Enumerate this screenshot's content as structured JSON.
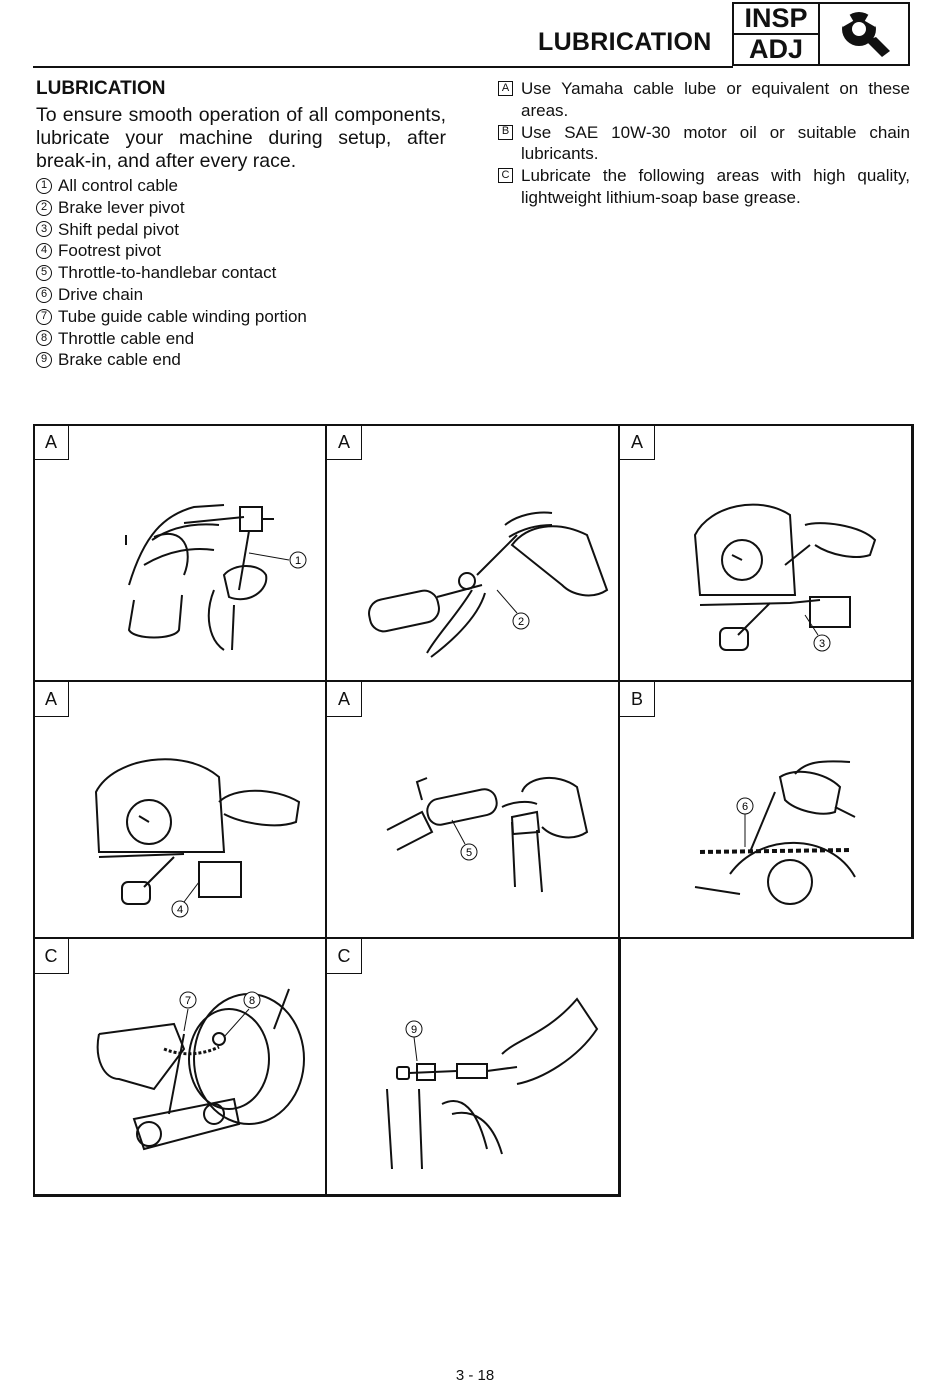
{
  "header": {
    "title": "LUBRICATION",
    "badge_top": "INSP",
    "badge_bottom": "ADJ",
    "badge_icon": "wrench-icon"
  },
  "left": {
    "heading": "LUBRICATION",
    "intro": "To ensure smooth operation of all components, lubricate your machine during setup, after break-in, and after every race.",
    "items": [
      {
        "num": "1",
        "text": "All control cable"
      },
      {
        "num": "2",
        "text": "Brake lever pivot"
      },
      {
        "num": "3",
        "text": "Shift pedal pivot"
      },
      {
        "num": "4",
        "text": "Footrest pivot"
      },
      {
        "num": "5",
        "text": "Throttle-to-handlebar contact"
      },
      {
        "num": "6",
        "text": "Drive chain"
      },
      {
        "num": "7",
        "text": "Tube guide cable winding portion"
      },
      {
        "num": "8",
        "text": "Throttle cable end"
      },
      {
        "num": "9",
        "text": "Brake cable end"
      }
    ]
  },
  "right": {
    "notes": [
      {
        "key": "A",
        "text": "Use Yamaha cable lube or equivalent on these areas."
      },
      {
        "key": "B",
        "text": "Use SAE 10W-30 motor oil or suitable chain lubricants."
      },
      {
        "key": "C",
        "text": "Lubricate the following areas with high quality, lightweight lithium-soap base grease."
      }
    ]
  },
  "figures": [
    {
      "tag": "A",
      "callouts": [
        "1"
      ]
    },
    {
      "tag": "A",
      "callouts": [
        "2"
      ]
    },
    {
      "tag": "A",
      "callouts": [
        "3"
      ]
    },
    {
      "tag": "A",
      "callouts": [
        "4"
      ]
    },
    {
      "tag": "A",
      "callouts": [
        "5"
      ]
    },
    {
      "tag": "B",
      "callouts": [
        "6"
      ]
    },
    {
      "tag": "C",
      "callouts": [
        "7",
        "8"
      ]
    },
    {
      "tag": "C",
      "callouts": [
        "9"
      ]
    }
  ],
  "page_number": "3 - 18"
}
